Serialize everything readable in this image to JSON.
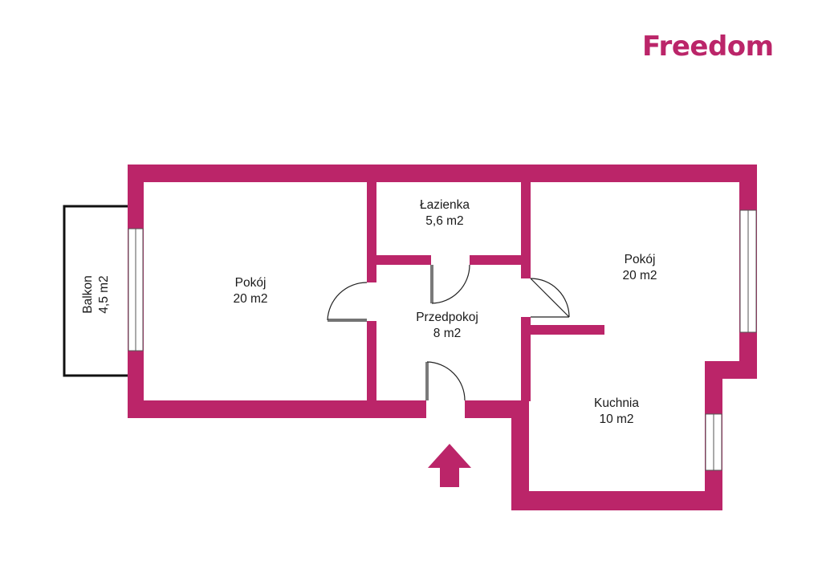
{
  "brand": {
    "name": "Freedom",
    "color": "#bb2569"
  },
  "colors": {
    "wall": "#bb2569",
    "balcony_outline": "#111111",
    "window": "#ffffff",
    "door_line": "#222222"
  },
  "rooms": [
    {
      "id": "pokoj-left",
      "name": "Pokój",
      "area": "20 m2"
    },
    {
      "id": "lazienka",
      "name": "Łazienka",
      "area": "5,6 m2"
    },
    {
      "id": "przedpokoj",
      "name": "Przedpokoj",
      "area": "8 m2"
    },
    {
      "id": "pokoj-right",
      "name": "Pokój",
      "area": "20 m2"
    },
    {
      "id": "kuchnia",
      "name": "Kuchnia",
      "area": "10 m2"
    },
    {
      "id": "balkon",
      "name": "Balkon",
      "area": "4,5 m2"
    }
  ],
  "entrance": {
    "icon": "entrance-arrow-icon"
  }
}
